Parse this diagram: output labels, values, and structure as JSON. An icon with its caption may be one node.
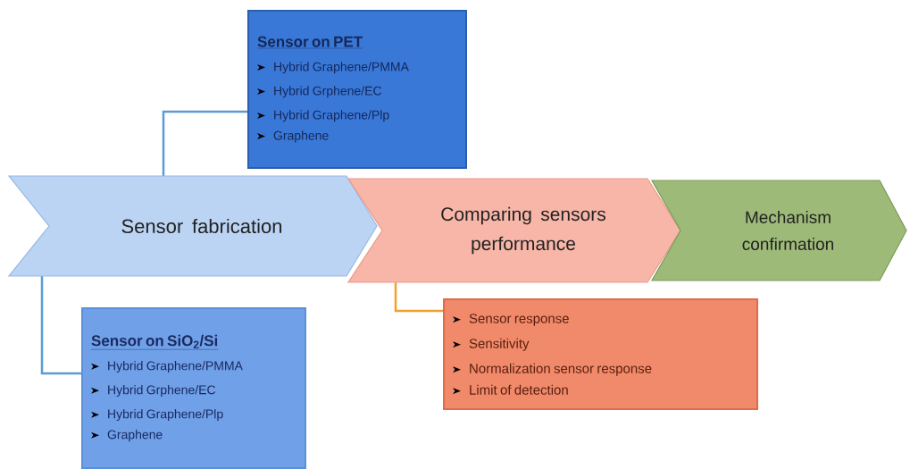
{
  "diagram": {
    "nodes": [
      {
        "text": [
          "Sensor fabrication"
        ]
      },
      {
        "text": [
          "Comparing sensors performance"
        ]
      },
      {
        "text": [
          "Mechanism confirmation"
        ]
      },
      {
        "text": [
          "Sensor on PET",
          "Hybrid Graphene/PMMA",
          "Hybrid Grphene/EC",
          "Hybrid Graphene/Plp",
          "Graphene"
        ]
      },
      {
        "text": [
          "Sensor on SiO$_{2}$/Si",
          "Hybrid Graphene/PMMA",
          "Hybrid Grphene/EC",
          "Hybrid Graphene/Plp",
          "Graphene"
        ]
      },
      {
        "text": [
          "Sensor response",
          "Sensitivity",
          "Normalization sensor response",
          "Limit of detection"
        ]
      }
    ],
    "edges": [
      {
        "from": 0,
        "to": 3,
        "arrow": "none"
      },
      {
        "from": 0,
        "to": 4,
        "arrow": "none"
      },
      {
        "from": 1,
        "to": 5,
        "arrow": "none",
        "color": "#f0a030"
      }
    ]
  }
}
